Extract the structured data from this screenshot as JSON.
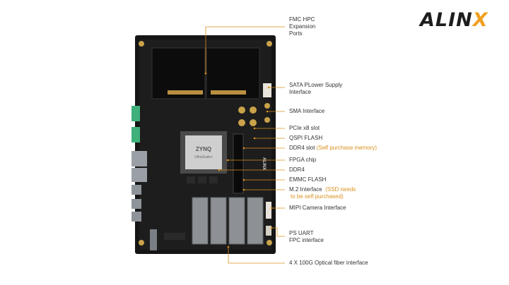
{
  "brand": {
    "logo_main": "ALIN",
    "logo_accent": "X"
  },
  "board": {
    "chip_top": "ZYNQ",
    "chip_line2": "UltraScale+",
    "silk_brand": "ALINX"
  },
  "labels": [
    {
      "id": "fmc",
      "lines": [
        "FMC HPC",
        "Expansion",
        "Ports"
      ]
    },
    {
      "id": "sata",
      "lines": [
        "SATA  PLower Supply",
        "Interface"
      ]
    },
    {
      "id": "sma",
      "lines": [
        "SMA Interface"
      ]
    },
    {
      "id": "pcie",
      "lines": [
        "PCIe x8  slot"
      ]
    },
    {
      "id": "qspi",
      "lines": [
        "QSPI FLASH"
      ]
    },
    {
      "id": "ddr4slot",
      "text": "DDR4 slot",
      "note": "(Self purchase memory)"
    },
    {
      "id": "fpga",
      "lines": [
        "FPGA chip"
      ]
    },
    {
      "id": "ddr4",
      "lines": [
        "DDR4"
      ]
    },
    {
      "id": "emmc",
      "lines": [
        "EMMC FLASH"
      ]
    },
    {
      "id": "m2",
      "text": "M.2 Interface",
      "note": [
        "(SSD needs",
        "to be self purchased)"
      ]
    },
    {
      "id": "mipi",
      "lines": [
        "MIPI Camera Interface"
      ]
    },
    {
      "id": "uart",
      "lines": [
        "PS UART",
        "FPC interface"
      ]
    },
    {
      "id": "optical",
      "lines": [
        "4 X 100G Optical fiber interface"
      ]
    }
  ],
  "colors": {
    "accent": "#d8901e",
    "board": "#1a1a1a",
    "pcb_edge": "#0f0f0f",
    "gold": "#c9a24a"
  }
}
